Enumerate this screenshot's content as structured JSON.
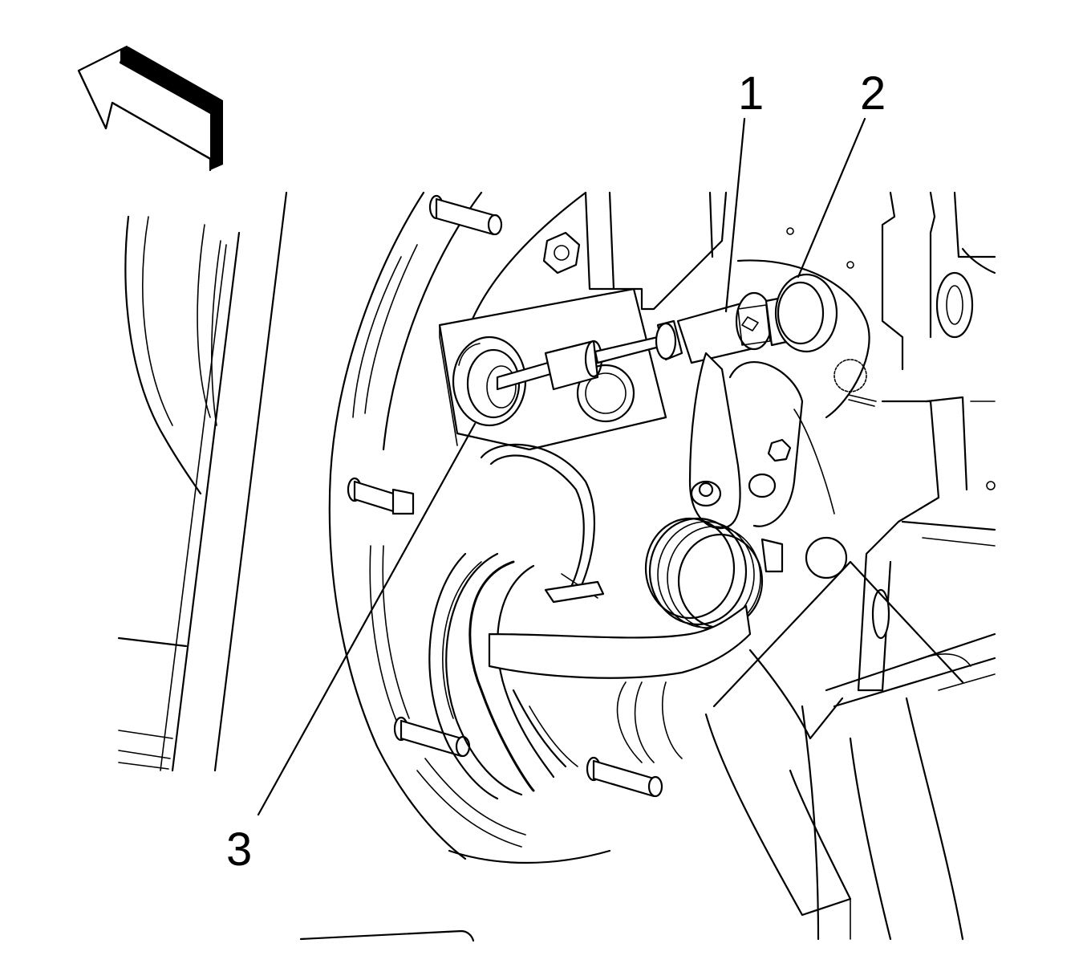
{
  "callouts": {
    "c1": "1",
    "c2": "2",
    "c3": "3"
  },
  "colors": {
    "line": "#000000",
    "background": "#ffffff"
  },
  "icons": {
    "direction": "front-direction-arrow-icon"
  }
}
